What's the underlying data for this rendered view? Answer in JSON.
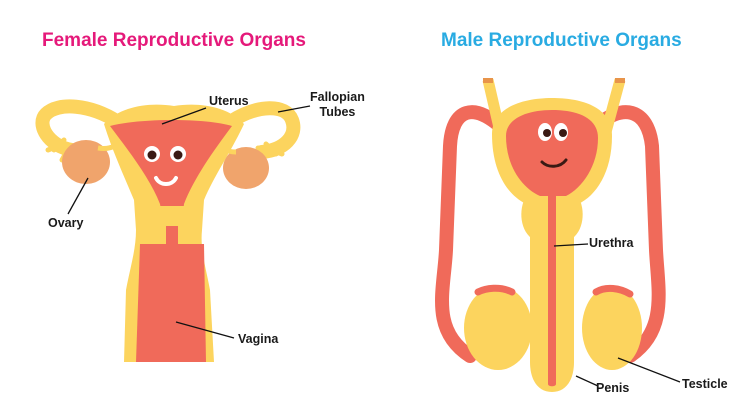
{
  "colors": {
    "female_title": "#e5197a",
    "male_title": "#29abe2",
    "organ_yellow": "#fcd45e",
    "organ_red": "#f06a5a",
    "ovary": "#f0a46c"
  },
  "female": {
    "title": "Female Reproductive Organs",
    "labels": {
      "uterus": "Uterus",
      "fallopian_line1": "Fallopian",
      "fallopian_line2": "Tubes",
      "ovary": "Ovary",
      "vagina": "Vagina"
    }
  },
  "male": {
    "title": "Male Reproductive Organs",
    "labels": {
      "urethra": "Urethra",
      "penis": "Penis",
      "testicle": "Testicle"
    }
  }
}
